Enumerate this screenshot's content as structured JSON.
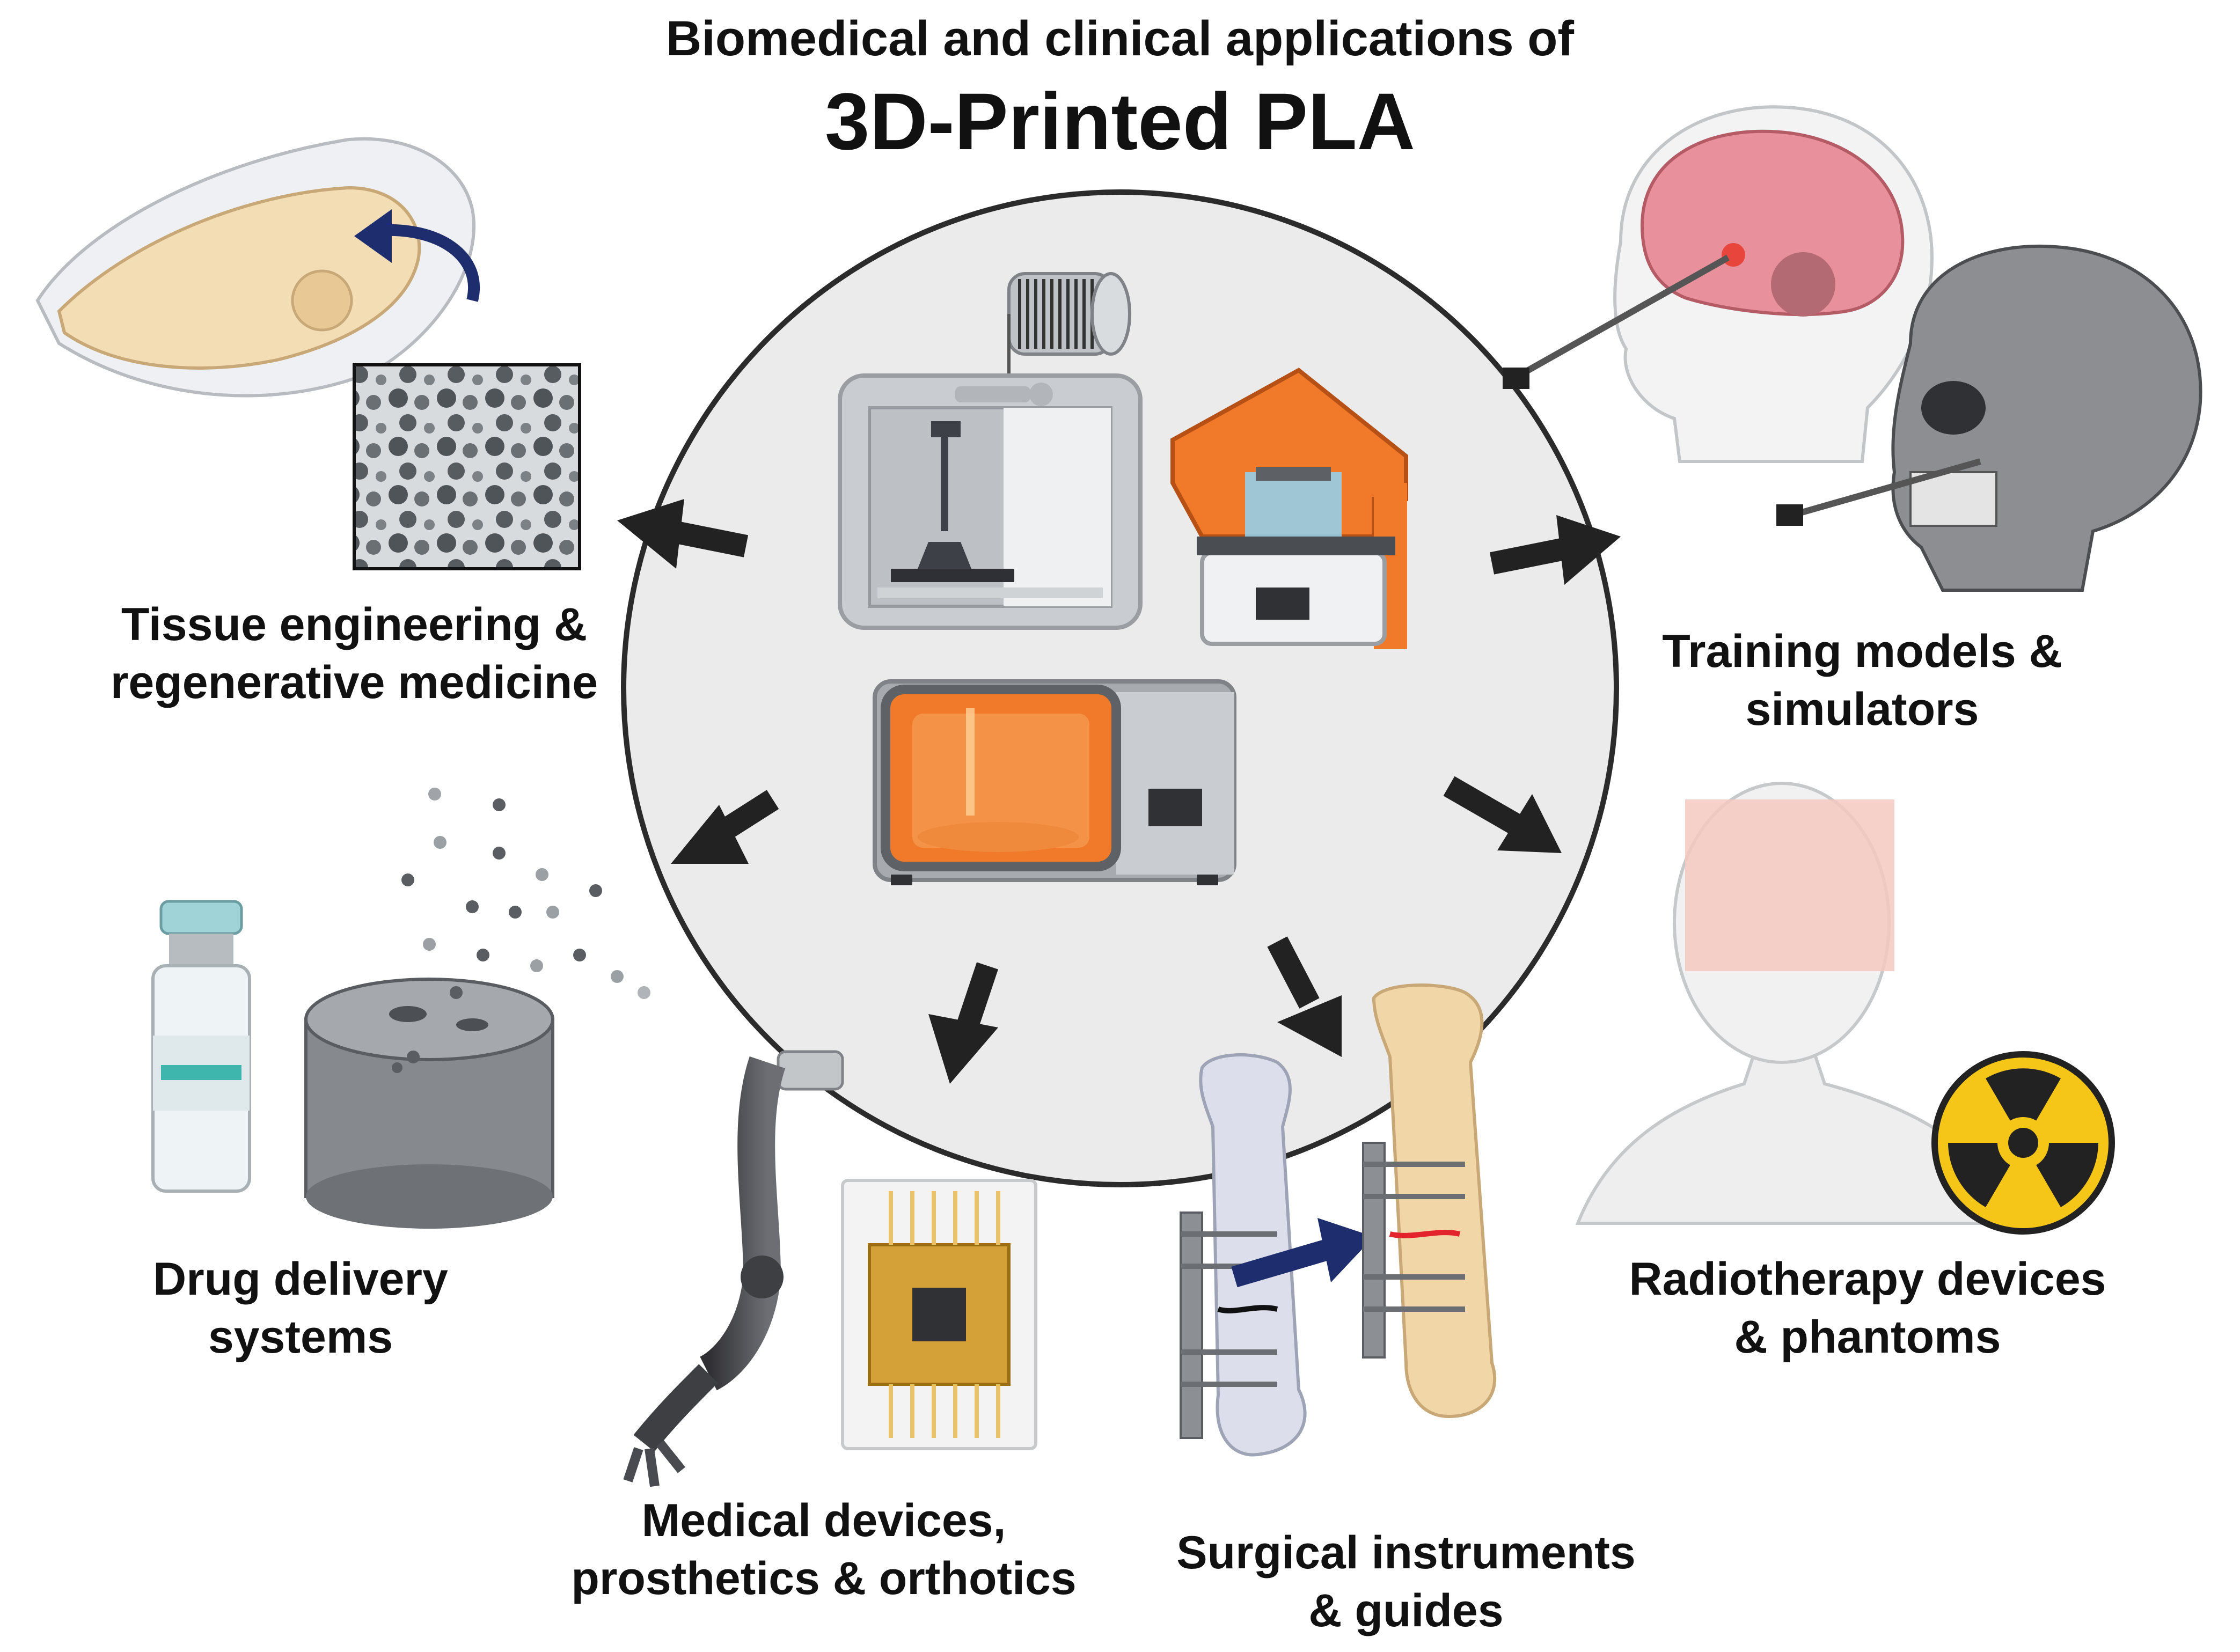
{
  "title": {
    "line1": "Biomedical and clinical applications of",
    "line2": "3D-Printed PLA"
  },
  "applications": [
    {
      "id": "tissue",
      "line1": "Tissue engineering &",
      "line2": "regenerative medicine"
    },
    {
      "id": "training",
      "line1": "Training models &",
      "line2": "simulators"
    },
    {
      "id": "drug",
      "line1": "Drug delivery",
      "line2": "systems"
    },
    {
      "id": "radiotherapy",
      "line1": "Radiotherapy devices",
      "line2": "& phantoms"
    },
    {
      "id": "medical",
      "line1": "Medical devices,",
      "line2": "prosthetics & orthotics"
    },
    {
      "id": "surgical",
      "line1": "Surgical instruments",
      "line2": "& guides"
    }
  ],
  "colors": {
    "printer_orange": "#f07a2a",
    "printer_gray": "#c9ccd0",
    "circle_fill": "#ebebeb",
    "arrow": "#222222",
    "bone": "#f1d7a8",
    "skin": "#f4c9bf",
    "radiation_yellow": "#f5c518"
  }
}
